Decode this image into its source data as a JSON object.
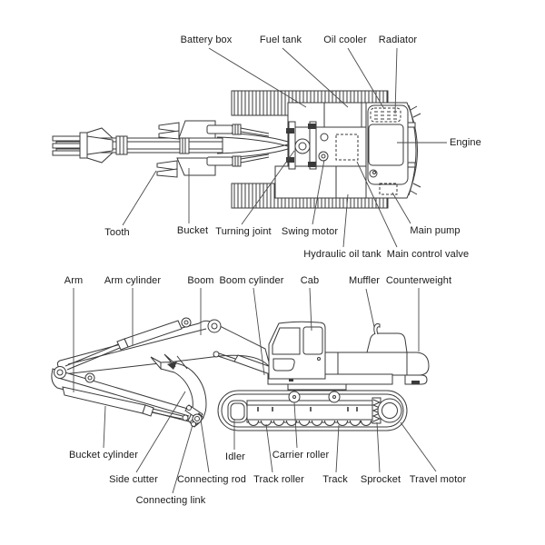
{
  "colors": {
    "line": "#3a3a3a",
    "text": "#1a1a1a",
    "background": "#ffffff"
  },
  "labels": {
    "battery_box": "Battery box",
    "fuel_tank": "Fuel tank",
    "oil_cooler": "Oil cooler",
    "radiator": "Radiator",
    "engine": "Engine",
    "tooth": "Tooth",
    "bucket": "Bucket",
    "turning_joint": "Turning joint",
    "swing_motor": "Swing motor",
    "main_pump": "Main pump",
    "hydraulic_oil_tank": "Hydraulic oil tank",
    "main_control_valve": "Main control valve",
    "arm": "Arm",
    "arm_cylinder": "Arm cylinder",
    "boom": "Boom",
    "boom_cylinder": "Boom cylinder",
    "cab": "Cab",
    "muffler": "Muffler",
    "counterweight": "Counterweight",
    "bucket_cylinder": "Bucket cylinder",
    "idler": "Idler",
    "carrier_roller": "Carrier roller",
    "side_cutter": "Side cutter",
    "connecting_rod": "Connecting rod",
    "connecting_link": "Connecting link",
    "track_roller": "Track roller",
    "track": "Track",
    "sprocket": "Sprocket",
    "travel_motor": "Travel motor"
  }
}
